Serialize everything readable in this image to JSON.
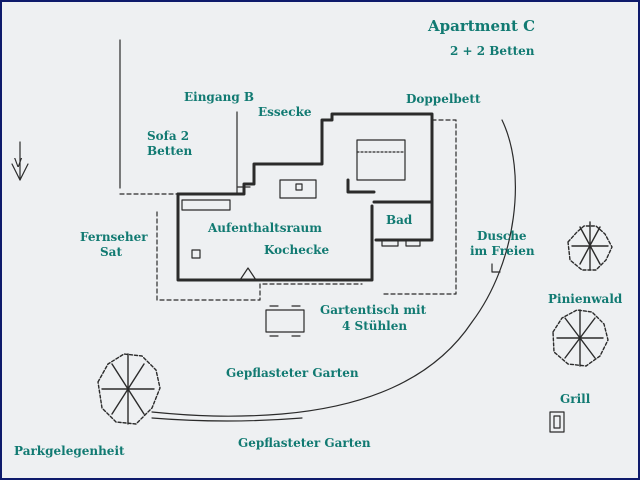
{
  "title": "Apartment C",
  "beds": "2 + 2 Betten",
  "labels": {
    "eingang": "Eingang B",
    "essecke": "Essecke",
    "doppelbett": "Doppelbett",
    "sofa_line1": "Sofa 2",
    "sofa_line2": "Betten",
    "aufenthalt": "Aufenthaltsraum",
    "kochecke": "Kochecke",
    "bad": "Bad",
    "fernseher_line1": "Fernseher",
    "fernseher_line2": "Sat",
    "dusche_line1": "Dusche",
    "dusche_line2": "im Freien",
    "pinienwald": "Pinienwald",
    "gartentisch_line1": "Gartentisch mit",
    "gartentisch_line2": "4 Stühlen",
    "garten1": "Gepflasteter Garten",
    "garten2": "Gepflasteter Garten",
    "grill": "Grill",
    "parken": "Parkgelegenheit"
  },
  "north_symbol": "V",
  "colors": {
    "label": "#117a72",
    "line": "#2b2b2b",
    "paper": "#eef0f2",
    "frame": "#0d1a6b"
  }
}
